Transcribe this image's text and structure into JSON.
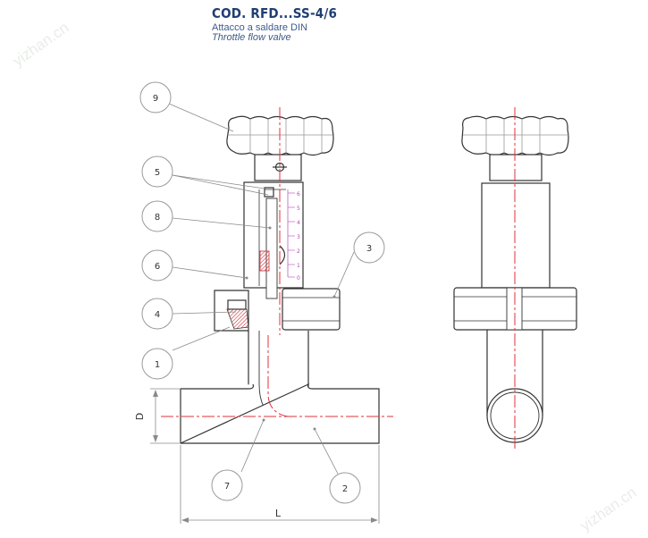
{
  "header": {
    "code": "COD. RFD...SS-4/6",
    "subtitle_it": "Attacco a saldare DIN",
    "subtitle_en": "Throttle flow valve"
  },
  "watermarks": [
    "yizhan.cn",
    "yizhan.cn"
  ],
  "callouts": [
    {
      "num": "9"
    },
    {
      "num": "5"
    },
    {
      "num": "8"
    },
    {
      "num": "6"
    },
    {
      "num": "4"
    },
    {
      "num": "1"
    },
    {
      "num": "3"
    },
    {
      "num": "7"
    },
    {
      "num": "2"
    }
  ],
  "scale_ticks": [
    "6",
    "5",
    "4",
    "3",
    "2",
    "1",
    "0"
  ],
  "dimensions": {
    "diameter": "D",
    "length": "L"
  },
  "colors": {
    "title": "#1f3e73",
    "centerline": "#e0303a",
    "scale": "#b04cb0",
    "line": "#333333",
    "leader": "#8a8a8a"
  }
}
